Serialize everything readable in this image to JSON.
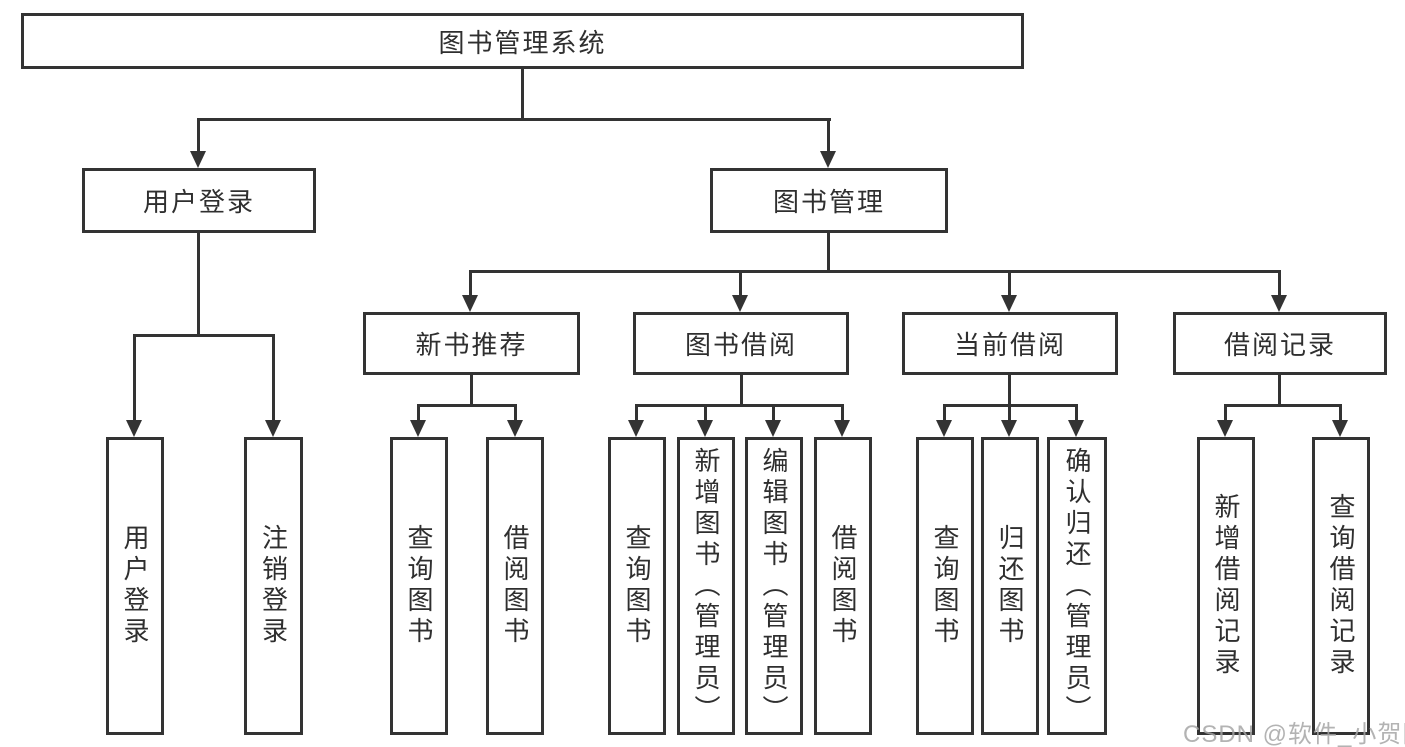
{
  "diagram": {
    "root": {
      "label": "图书管理系统"
    },
    "level2": {
      "user_login": {
        "label": "用户登录"
      },
      "book_mgmt": {
        "label": "图书管理"
      }
    },
    "level3": {
      "new_book_rec": {
        "label": "新书推荐"
      },
      "book_borrow": {
        "label": "图书借阅"
      },
      "current_borrow": {
        "label": "当前借阅"
      },
      "borrow_records": {
        "label": "借阅记录"
      }
    },
    "leaves": {
      "ul_login": {
        "label": "用户登录"
      },
      "ul_logout": {
        "label": "注销登录"
      },
      "nb_query": {
        "label": "查询图书"
      },
      "nb_borrow": {
        "label": "借阅图书"
      },
      "bb_query": {
        "label": "查询图书"
      },
      "bb_add": {
        "label": "新增图书（管理员）"
      },
      "bb_edit": {
        "label": "编辑图书（管理员）"
      },
      "bb_borrow": {
        "label": "借阅图书"
      },
      "cb_query": {
        "label": "查询图书"
      },
      "cb_return": {
        "label": "归还图书"
      },
      "cb_confirm": {
        "label": "确认归还（管理员）"
      },
      "br_add": {
        "label": "新增借阅记录"
      },
      "br_query": {
        "label": "查询借阅记录"
      }
    }
  },
  "watermark": {
    "text": "CSDN @软件_小贺同学"
  },
  "colors": {
    "line": "#333333",
    "text": "#2f2f2f",
    "background": "#ffffff",
    "watermark": "#a6a6a6"
  }
}
